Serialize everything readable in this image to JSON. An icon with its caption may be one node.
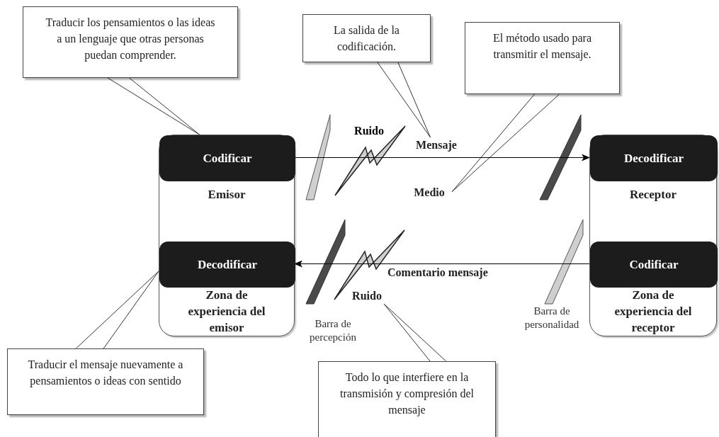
{
  "diagram": {
    "nodes": [
      {
        "text": [
          "Emisor",
          "Zona de experiencia del emisor"
        ]
      },
      {
        "text": [
          "Codificar"
        ],
        "in": 0
      },
      {
        "text": [
          "Decodificar"
        ],
        "in": 0
      },
      {
        "text": [
          "Receptor",
          "Zona de experiencia del receptor"
        ]
      },
      {
        "text": [
          "Decodificar"
        ],
        "in": 3
      },
      {
        "text": [
          "Codificar"
        ],
        "in": 3
      },
      {
        "text": [
          "Traducir los pensamientos o las ideas a un lenguaje que otras personas puedan comprender."
        ]
      },
      {
        "text": [
          "La salida de la codificación."
        ]
      },
      {
        "text": [
          "El método usado para transmitir el mensaje."
        ]
      },
      {
        "text": [
          "Traducir el mensaje nuevamente a pensamientos o ideas con sentido"
        ]
      },
      {
        "text": [
          "Todo lo que interfiere en la transmisión y compresión del mensaje"
        ]
      },
      {
        "text": [
          "Mensaje"
        ]
      },
      {
        "text": [
          "Medio"
        ]
      },
      {
        "text": [
          "Ruido"
        ]
      }
    ],
    "edges": [
      {
        "from": 6,
        "to": 1,
        "arrow": "none"
      },
      {
        "from": 7,
        "to": 11,
        "arrow": "none"
      },
      {
        "from": 8,
        "to": 12,
        "arrow": "none"
      },
      {
        "from": 9,
        "to": 2,
        "arrow": "none"
      },
      {
        "from": 10,
        "to": 13,
        "arrow": "none"
      },
      {
        "from": 1,
        "to": 4,
        "arrow": "to"
      },
      {
        "from": 5,
        "to": 2,
        "arrow": "to",
        "label": "Comentario mensaje"
      }
    ],
    "labels": [
      "Ruido",
      "Barra de percepción",
      "Barra de personalidad"
    ]
  }
}
